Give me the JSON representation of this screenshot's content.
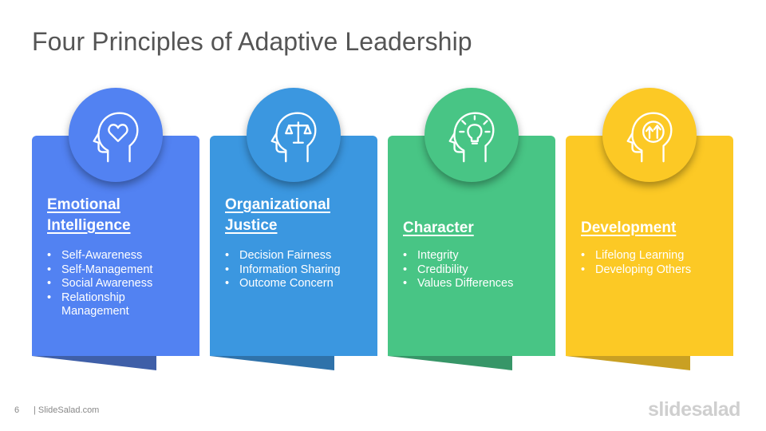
{
  "slide": {
    "title": "Four Principles of Adaptive Leadership",
    "page_number": "6",
    "footer_link": "| SlideSalad.com",
    "brand": "slidesalad"
  },
  "colors": {
    "blue": "#5282f2",
    "sky": "#3b97e0",
    "green": "#48c585",
    "yellow": "#fcc925"
  },
  "cards": [
    {
      "heading_line1": "Emotional",
      "heading_line2": "Intelligence",
      "icon": "head-heart-icon",
      "bullets": [
        "Self-Awareness",
        "Self-Management",
        "Social Awareness",
        "Relationship Management"
      ]
    },
    {
      "heading_line1": "Organizational",
      "heading_line2": "Justice",
      "icon": "head-scale-icon",
      "bullets": [
        "Decision Fairness",
        "Information Sharing",
        "Outcome Concern"
      ]
    },
    {
      "heading_line1": "Character",
      "icon": "head-lightbulb-icon",
      "bullets": [
        "Integrity",
        "Credibility",
        "Values Differences"
      ]
    },
    {
      "heading_line1": "Development",
      "icon": "head-growth-arrows-icon",
      "bullets": [
        "Lifelong Learning",
        "Developing Others"
      ]
    }
  ]
}
